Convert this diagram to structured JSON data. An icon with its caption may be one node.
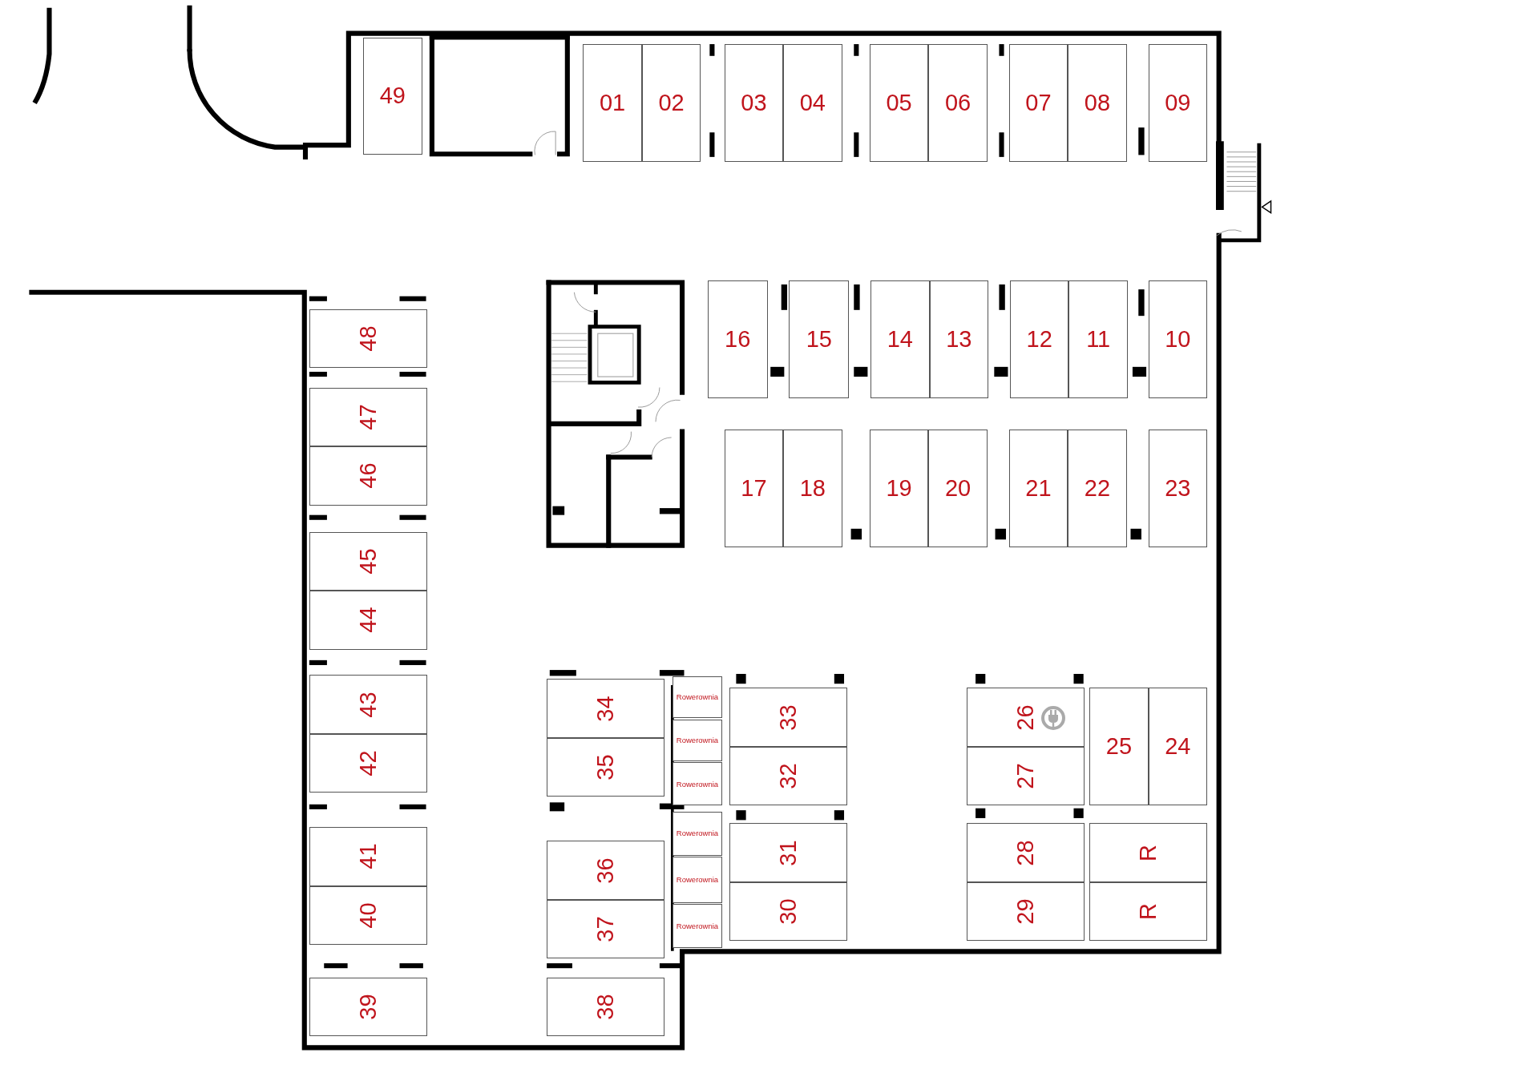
{
  "diagram": {
    "nodes": [
      {
        "text": [
          "49"
        ]
      },
      {
        "text": [
          "01"
        ]
      },
      {
        "text": [
          "02"
        ]
      },
      {
        "text": [
          "03"
        ]
      },
      {
        "text": [
          "04"
        ]
      },
      {
        "text": [
          "05"
        ]
      },
      {
        "text": [
          "06"
        ]
      },
      {
        "text": [
          "07"
        ]
      },
      {
        "text": [
          "08"
        ]
      },
      {
        "text": [
          "09"
        ]
      },
      {
        "text": [
          "16"
        ]
      },
      {
        "text": [
          "15"
        ]
      },
      {
        "text": [
          "14"
        ]
      },
      {
        "text": [
          "13"
        ]
      },
      {
        "text": [
          "12"
        ]
      },
      {
        "text": [
          "11"
        ]
      },
      {
        "text": [
          "10"
        ]
      },
      {
        "text": [
          "17"
        ]
      },
      {
        "text": [
          "18"
        ]
      },
      {
        "text": [
          "19"
        ]
      },
      {
        "text": [
          "20"
        ]
      },
      {
        "text": [
          "21"
        ]
      },
      {
        "text": [
          "22"
        ]
      },
      {
        "text": [
          "23"
        ]
      },
      {
        "text": [
          "48"
        ]
      },
      {
        "text": [
          "47"
        ]
      },
      {
        "text": [
          "46"
        ]
      },
      {
        "text": [
          "45"
        ]
      },
      {
        "text": [
          "44"
        ]
      },
      {
        "text": [
          "43"
        ]
      },
      {
        "text": [
          "42"
        ]
      },
      {
        "text": [
          "41"
        ]
      },
      {
        "text": [
          "40"
        ]
      },
      {
        "text": [
          "39"
        ]
      },
      {
        "text": [
          "34"
        ]
      },
      {
        "text": [
          "35"
        ]
      },
      {
        "text": [
          "Rowerownia"
        ]
      },
      {
        "text": [
          "Rowerownia"
        ]
      },
      {
        "text": [
          "Rowerownia"
        ]
      },
      {
        "text": [
          "Rowerownia"
        ]
      },
      {
        "text": [
          "Rowerownia"
        ]
      },
      {
        "text": [
          "Rowerownia"
        ]
      },
      {
        "text": [
          "33"
        ]
      },
      {
        "text": [
          "32"
        ]
      },
      {
        "text": [
          "31"
        ]
      },
      {
        "text": [
          "30"
        ]
      },
      {
        "text": [
          "36"
        ]
      },
      {
        "text": [
          "37"
        ]
      },
      {
        "text": [
          "38"
        ]
      },
      {
        "text": [
          "26"
        ]
      },
      {
        "text": [
          "27"
        ]
      },
      {
        "text": [
          "25"
        ]
      },
      {
        "text": [
          "24"
        ]
      },
      {
        "text": [
          "28"
        ]
      },
      {
        "text": [
          "29"
        ]
      },
      {
        "text": [
          "R"
        ]
      },
      {
        "text": [
          "R"
        ]
      }
    ]
  }
}
